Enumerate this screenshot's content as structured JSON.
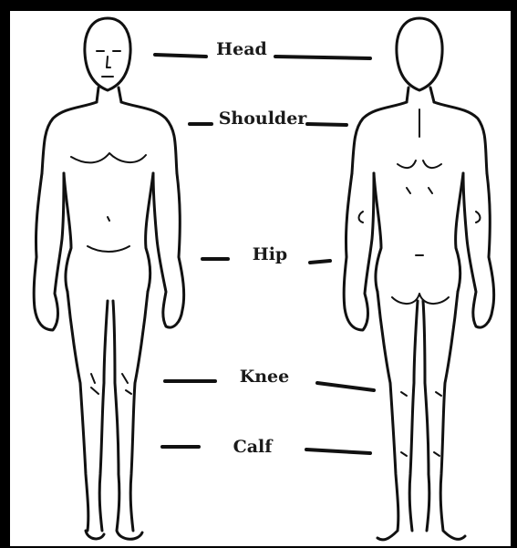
{
  "labels": {
    "head": "Head",
    "shoulder": "Shoulder",
    "hip": "Hip",
    "knee": "Knee",
    "calf": "Calf"
  }
}
